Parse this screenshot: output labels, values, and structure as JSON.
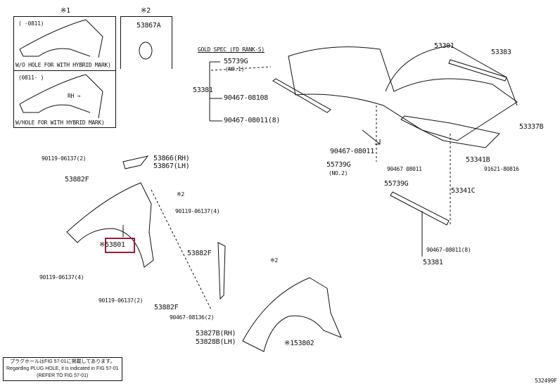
{
  "insets": {
    "mark1": "※1",
    "mark2": "※2",
    "box1_range": "(    -0811)",
    "box1_caption": "W/O HOLE FOR WITH HYBRID MARK)",
    "box2_range": "(0811-    )",
    "box2_rh": "RH →",
    "box2_caption": "W/HOLE FOR WITH HYBRID MARK)",
    "box3_part": "53867A"
  },
  "hood": {
    "gold_spec": "GOLD SPEC (FD RANK-S)",
    "p55739g_1": "55739G",
    "no1": "(NO.1)",
    "p53381_a": "53381",
    "p90467_08108": "90467-08108",
    "p90467_08011_8a": "90467-08011(8)",
    "p90467_08011_a": "90467-08011",
    "p55739g_2": "55739G",
    "no2": "(NO.2)",
    "p53301": "53301",
    "p53383": "53383",
    "p53337b": "53337B",
    "p53341b": "53341B",
    "p91621": "91621-80816",
    "p90467_08011_b": "90467 08011",
    "p55739g_3": "55739G",
    "p53341c": "53341C",
    "p90467_08011_8b": "90467-08011(8)",
    "p53381_b": "53381"
  },
  "fender": {
    "p90119_2a": "90119-06137(2)",
    "p53866": "53866(RH)",
    "p53867": "53867(LH)",
    "p53882f_a": "53882F",
    "mark2": "※2",
    "p90119_4a": "90119-06137(4)",
    "p53801": "※53801",
    "p53882f_b": "53882F",
    "p90119_4b": "90119-06137(4)",
    "p90119_2b": "90119-06137(2)",
    "p53882f_c": "53882F",
    "p90467_08136": "90467-08136(2)",
    "p53827b": "53827B(RH)",
    "p53828b": "53828B(LH)",
    "mark2b": "※2",
    "p53802": "※153802"
  },
  "note": {
    "line1": "プラグホールはFIG 57-01に掲載してあります。",
    "line2": "Regarding PLUG HOLE, it is indicated in FIG 57-01",
    "line3": "(REFER TO FIG 57-01)"
  },
  "figure_id": "532499F"
}
